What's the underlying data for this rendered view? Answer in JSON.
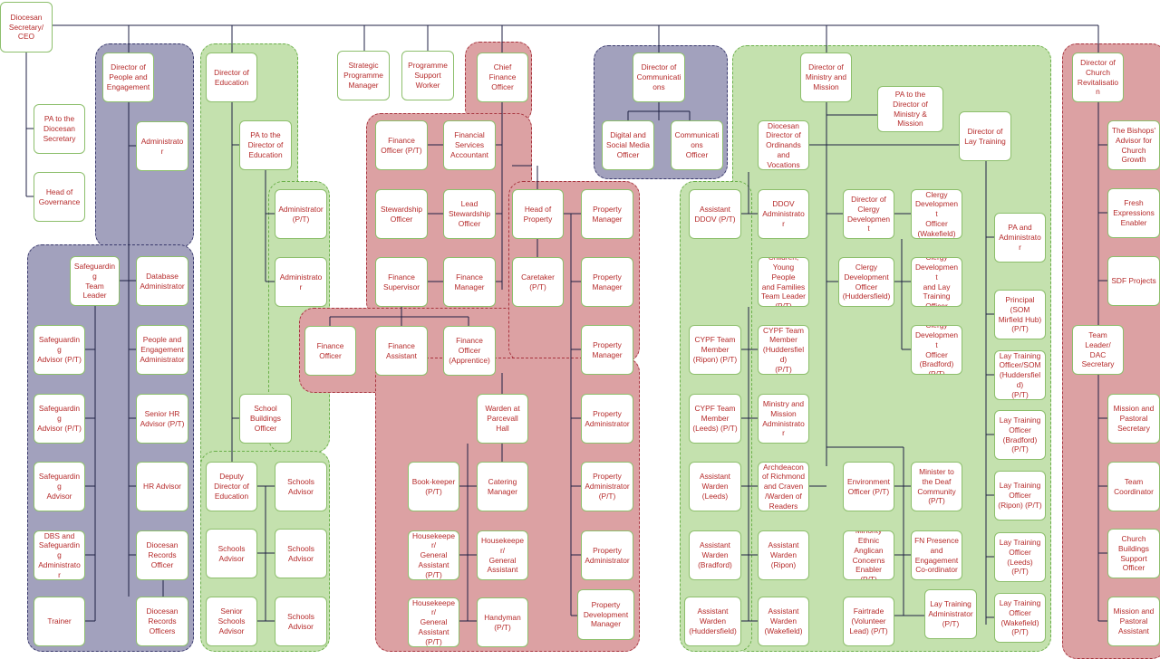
{
  "colors": {
    "purple_region": "#a2a1bd",
    "green_region": "#c4e1ae",
    "red_region": "#dca1a3",
    "text": "#b52a2a",
    "line": "#1f2144"
  },
  "boxes": {
    "ceo": "Diocesan\nSecretary/\nCEO",
    "pa_ds": "PA to the\nDiocesan\nSecretary",
    "head_gov": "Head of\nGovernance",
    "dir_pe": "Director of\nPeople and\nEngagement",
    "admin_pe": "Administrato\nr",
    "sg_lead": "Safeguarding\nTeam Leader",
    "db_admin": "Database\nAdministrator",
    "sg_adv1": "Safeguarding\nAdvisor (P/T)",
    "pe_admin": "People and\nEngagement\nAdministrator",
    "sg_adv2": "Safeguarding\nAdvisor (P/T)",
    "hr_senior": "Senior HR\nAdvisor (P/T)",
    "sg_adv3": "Safeguarding\nAdvisor",
    "hr_adv": "HR Advisor",
    "dbs": "DBS and\nSafeguarding\nAdministrator",
    "rec_off": "Diocesan\nRecords\nOfficer",
    "trainer": "Trainer",
    "rec_offs": "Diocesan\nRecords\nOfficers",
    "dir_edu": "Director of\nEducation",
    "pa_edu": "PA to the\nDirector of\nEducation",
    "edu_admin_pt": "Administrator\n(P/T)",
    "edu_admin": "Administrato\nr",
    "sch_build": "School\nBuildings\nOfficer",
    "dep_dir_edu": "Deputy\nDirector of\nEducation",
    "sch_adv1": "Schools\nAdvisor",
    "sch_adv2": "Schools\nAdvisor",
    "sch_adv3": "Schools\nAdvisor",
    "senior_sch": "Senior\nSchools\nAdvisor",
    "sch_adv4": "Schools\nAdvisor",
    "spm": "Strategic\nProgramme\nManager",
    "psw": "Programme\nSupport\nWorker",
    "cfo": "Chief Finance\nOfficer",
    "fin_off_pt": "Finance\nOfficer (P/T)",
    "fsa": "Financial\nServices\nAccountant",
    "stew": "Stewardship\nOfficer",
    "lead_stew": "Lead\nStewardship\nOfficer",
    "fin_sup": "Finance\nSupervisor",
    "fin_mgr": "Finance\nManager",
    "fin_off": "Finance\nOfficer",
    "fin_asst": "Finance\nAssistant",
    "fin_app": "Finance\nOfficer\n(Apprentice)",
    "head_prop": "Head of\nProperty",
    "caretaker": "Caretaker\n(P/T)",
    "prop_mgr1": "Property\nManager",
    "prop_mgr2": "Property\nManager",
    "prop_mgr3": "Property\nManager",
    "prop_adm1": "Property\nAdministrator",
    "prop_adm2": "Property\nAdministrator\n(P/T)",
    "prop_adm3": "Property\nAdministrator",
    "prop_dev": "Property\nDevelopment\nManager",
    "warden_ph": "Warden at\nParcevall\nHall",
    "bookkeeper": "Book-keeper\n(P/T)",
    "catering": "Catering\nManager",
    "hk1": "Housekeeper/\nGeneral\nAssistant\n(P/T)",
    "hk2": "Housekeeper/\nGeneral\nAssistant",
    "hk3": "Housekeeper/\nGeneral\nAssistant\n(P/T)",
    "handyman": "Handyman\n(P/T)",
    "dir_comms": "Director of\nCommunications",
    "digital": "Digital and\nSocial Media\nOfficer",
    "comms_off": "Communications\nOfficer",
    "dir_mm": "Director of\nMinistry and\nMission",
    "pa_mm": "PA to the\nDirector of\nMinistry &\nMission",
    "ddo": "Diocesan\nDirector of\nOrdinands\nand\nVocations",
    "dir_lt": "Director of\nLay Training",
    "asst_ddov": "Assistant\nDDOV (P/T)",
    "ddov_admin": "DDOV\nAdministrator",
    "dir_cd": "Director of\nClergy\nDevelopment",
    "cdo_wake": "Clergy\nDevelopment\nOfficer\n(Wakefield)",
    "pa_admin": "PA and\nAdministrator",
    "cyp_lead": "Children,\nYoung People\nand Families\nTeam Leader\n(P/T)",
    "cdo_hud": "Clergy\nDevelopment\nOfficer\n(Huddersfield)",
    "cdlto": "Clergy\nDevelopment\nand Lay\nTraining\nOfficer",
    "principal": "Principal\n(SOM\nMirfield Hub)\n(P/T)",
    "cypf_ripon": "CYPF Team\nMember\n(Ripon) (P/T)",
    "cypf_hud": "CYPF Team\nMember\n(Huddersfield)\n(P/T)",
    "cdo_brad": "Clergy\nDevelopment\nOfficer\n(Bradford)\n(P/T)",
    "lto_som": "Lay Training\nOfficer/SOM\n(Huddersfield)\n(P/T)",
    "cypf_leeds": "CYPF Team\nMember\n(Leeds) (P/T)",
    "mm_admin": "Ministry and\nMission\nAdministrator",
    "lto_brad": "Lay Training\nOfficer\n(Bradford)\n(P/T)",
    "aw_leeds": "Assistant\nWarden\n(Leeds)",
    "archdeacon": "Archdeacon\nof Richmond\nand Craven\n/Warden of\nReaders",
    "env_off": "Environment\nOfficer (P/T)",
    "deaf_min": "Minister to\nthe Deaf\nCommunity\n(P/T)",
    "lto_ripon": "Lay Training\nOfficer\n(Ripon) (P/T)",
    "aw_brad": "Assistant\nWarden\n(Bradford)",
    "aw_ripon": "Assistant\nWarden\n(Ripon)",
    "meac": "Minority\nEthnic\nAnglican\nConcerns\nEnabler (P/T)",
    "fn_pres": "FN Presence\nand\nEngagement\nCo-ordinator",
    "lto_leeds": "Lay Training\nOfficer\n(Leeds) (P/T)",
    "aw_hud": "Assistant\nWarden\n(Huddersfield)",
    "aw_wake": "Assistant\nWarden\n(Wakefield)",
    "fairtrade": "Fairtrade\n(Volunteer\nLead) (P/T)",
    "lt_admin": "Lay Training\nAdministrator\n(P/T)",
    "lto_wake": "Lay Training\nOfficer\n(Wakefield)\n(P/T)",
    "dir_cr": "Director of\nChurch\nRevitalisation",
    "bishops_adv": "The Bishops'\nAdvisor for\nChurch\nGrowth",
    "fresh_exp": "Fresh\nExpressions\nEnabler",
    "sdf": "SDF Projects",
    "team_leader": "Team\nLeader/\nDAC\nSecretary",
    "mps": "Mission and\nPastoral\nSecretary",
    "team_coord": "Team\nCoordinator",
    "cbso": "Church\nBuildings\nSupport\nOfficer",
    "mpa": "Mission and\nPastoral\nAssistant"
  }
}
